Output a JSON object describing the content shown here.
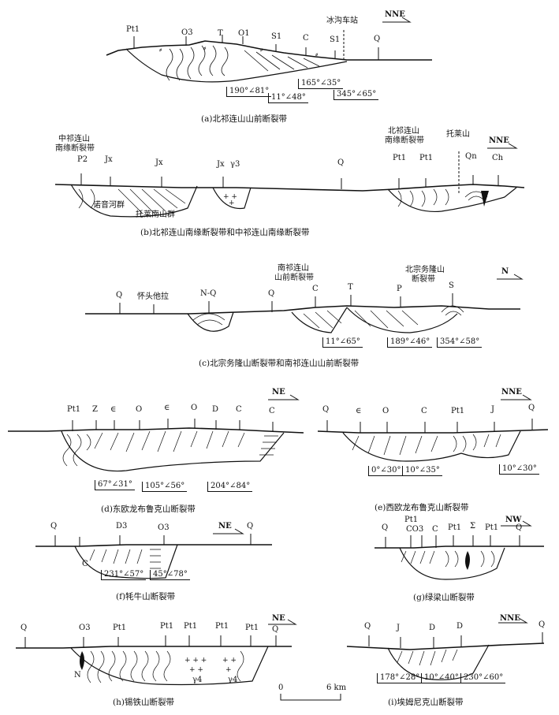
{
  "panels": {
    "a": {
      "caption": "(a)北祁连山山前断裂带",
      "direction": "NNE",
      "labels": [
        "Pt1",
        "O3",
        "T",
        "O1",
        "S1",
        "C",
        "S1",
        "冰沟车站",
        "Q"
      ],
      "attitudes": [
        "190°∠81°",
        "11°∠48°",
        "165°∠35°",
        "345°∠65°"
      ]
    },
    "b": {
      "caption": "(b)北祁连山南缘断裂带和中祁连山南缘断裂带",
      "direction": "NNE",
      "labels": [
        "中祁连山",
        "南缘断裂带",
        "P2",
        "Jx",
        "Jx",
        "Jx",
        "γ3",
        "Q",
        "北祁连山",
        "南缘断裂带",
        "Pt1",
        "Pt1",
        "托莱山",
        "Qn",
        "Ch"
      ],
      "inner_labels": [
        "诺音河群",
        "托莱南山群"
      ]
    },
    "c": {
      "caption": "(c)北宗务隆山断裂带和南祁连山山前断裂带",
      "direction": "N",
      "labels": [
        "Q",
        "怀头他拉",
        "N-Q",
        "Q",
        "南祁连山",
        "山前断裂带",
        "C",
        "T",
        "北宗务隆山",
        "断裂带",
        "P",
        "S"
      ],
      "attitudes": [
        "11°∠65°",
        "189°∠46°",
        "354°∠58°"
      ]
    },
    "d": {
      "caption": "(d)东欧龙布鲁克山断裂带",
      "direction": "NE",
      "labels": [
        "Pt1",
        "Z",
        "∈",
        "O",
        "∈",
        "O",
        "D",
        "C",
        "C"
      ],
      "attitudes": [
        "67°∠31°",
        "105°∠56°",
        "204°∠84°"
      ]
    },
    "e": {
      "caption": "(e)西欧龙布鲁克山断裂带",
      "direction": "NNE",
      "labels": [
        "Q",
        "∈",
        "O",
        "C",
        "Pt1",
        "J",
        "Q"
      ],
      "attitudes": [
        "0°∠30°",
        "10°∠35°",
        "10°∠30°"
      ]
    },
    "f": {
      "caption": "(f)牦牛山断裂带",
      "direction": "NE",
      "labels": [
        "Q",
        "D3",
        "O3",
        "Q"
      ],
      "inner_labels": [
        "C"
      ],
      "attitudes": [
        "231°∠57°",
        "45°∠78°"
      ]
    },
    "g": {
      "caption": "(g)绿梁山断裂带",
      "direction": "NW",
      "labels": [
        "Q",
        "Pt1",
        "CO3",
        "C",
        "Pt1",
        "Σ",
        "Pt1",
        "Q"
      ]
    },
    "h": {
      "caption": "(h)锡铁山断裂带",
      "direction": "NE",
      "labels": [
        "Q",
        "O3",
        "Pt1",
        "Pt1",
        "Pt1",
        "Pt1",
        "Pt1",
        "Q"
      ],
      "inner_labels": [
        "N",
        "γ4",
        "γ4"
      ]
    },
    "i": {
      "caption": "(i)埃姆尼克山断裂带",
      "direction": "NNE",
      "labels": [
        "Q",
        "J",
        "D",
        "D",
        "Q"
      ],
      "attitudes": [
        "178°∠28°",
        "10°∠40°",
        "230°∠60°"
      ]
    }
  },
  "scale_bar": {
    "start": "0",
    "end": "6 km"
  }
}
